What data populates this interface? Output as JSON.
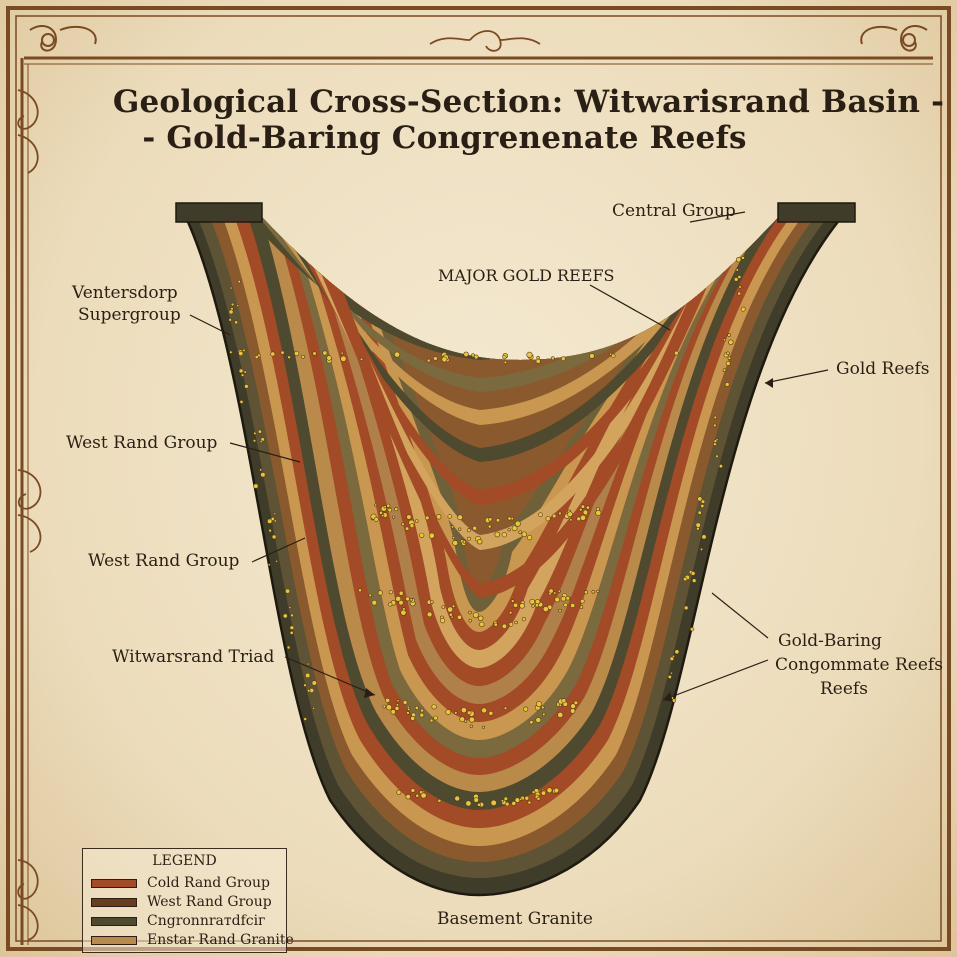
{
  "title": {
    "line1": "Geological Cross-Section: Witwarisrand Basin -",
    "line2": "- Gold-Baring Congrenenate Reefs"
  },
  "labels": {
    "central_group": "Central Group",
    "major_gold_reefs": "MAJOR GOLD REEFS",
    "ventersdorp_line1": "Ventersdorp",
    "ventersdorp_line2": "Supergroup",
    "gold_reefs": "Gold Reefs",
    "west_rand_1": "West Rand Group",
    "west_rand_2": "West Rand Group",
    "witwatersrand_triad": "Witwarsrand Triad",
    "gold_baring_line1": "Gold-Baring",
    "gold_baring_line2": "Congommate Reefs",
    "gold_baring_line3": "Reefs",
    "basement_granite": "Basement Granite"
  },
  "legend": {
    "title": "LEGEND",
    "items": [
      {
        "label": "Cold Rand Group",
        "color": "#a34a26"
      },
      {
        "label": "West Rand Group",
        "color": "#6a3b1f"
      },
      {
        "label": "Cngronnraтdfсiг",
        "color": "#4e4a30"
      },
      {
        "label": "Enstar Rand Granite",
        "color": "#b98a4a"
      }
    ]
  },
  "colors": {
    "outer_band": "#3f3d2a",
    "olive_band": "#5e5334",
    "brown_band": "#8a5a2e",
    "tan_band": "#c9974f",
    "reef_band": "#a34a26",
    "pebble": "#e6c73c",
    "ink": "#2a1f14",
    "frame": "#7a4a22"
  }
}
